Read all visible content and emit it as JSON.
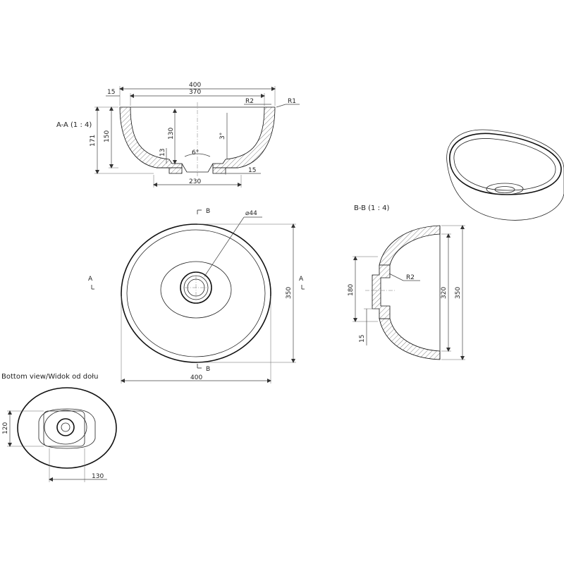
{
  "labels": {
    "section_aa": "A-A (1 : 4)",
    "section_bb": "B-B (1 : 4)",
    "bottom_view": "Bottom view/Widok od dołu",
    "cut_a": "A",
    "cut_b": "B"
  },
  "dims_aa": {
    "overall_width": "400",
    "inner_width": "370",
    "wall": "15",
    "r2": "R2",
    "r1": "R1",
    "height_total": "171",
    "height_150": "150",
    "depth_130": "130",
    "angle_3": "3°",
    "angle_6": "6°",
    "d13": "13",
    "base_230": "230",
    "base_15": "15"
  },
  "dims_top": {
    "drain": "⌀44",
    "height": "350",
    "width": "400"
  },
  "dims_bb": {
    "h180": "180",
    "h320": "320",
    "h350": "350",
    "d15": "15",
    "r2": "R2"
  },
  "dims_bottom": {
    "h120": "120",
    "w130": "130"
  }
}
